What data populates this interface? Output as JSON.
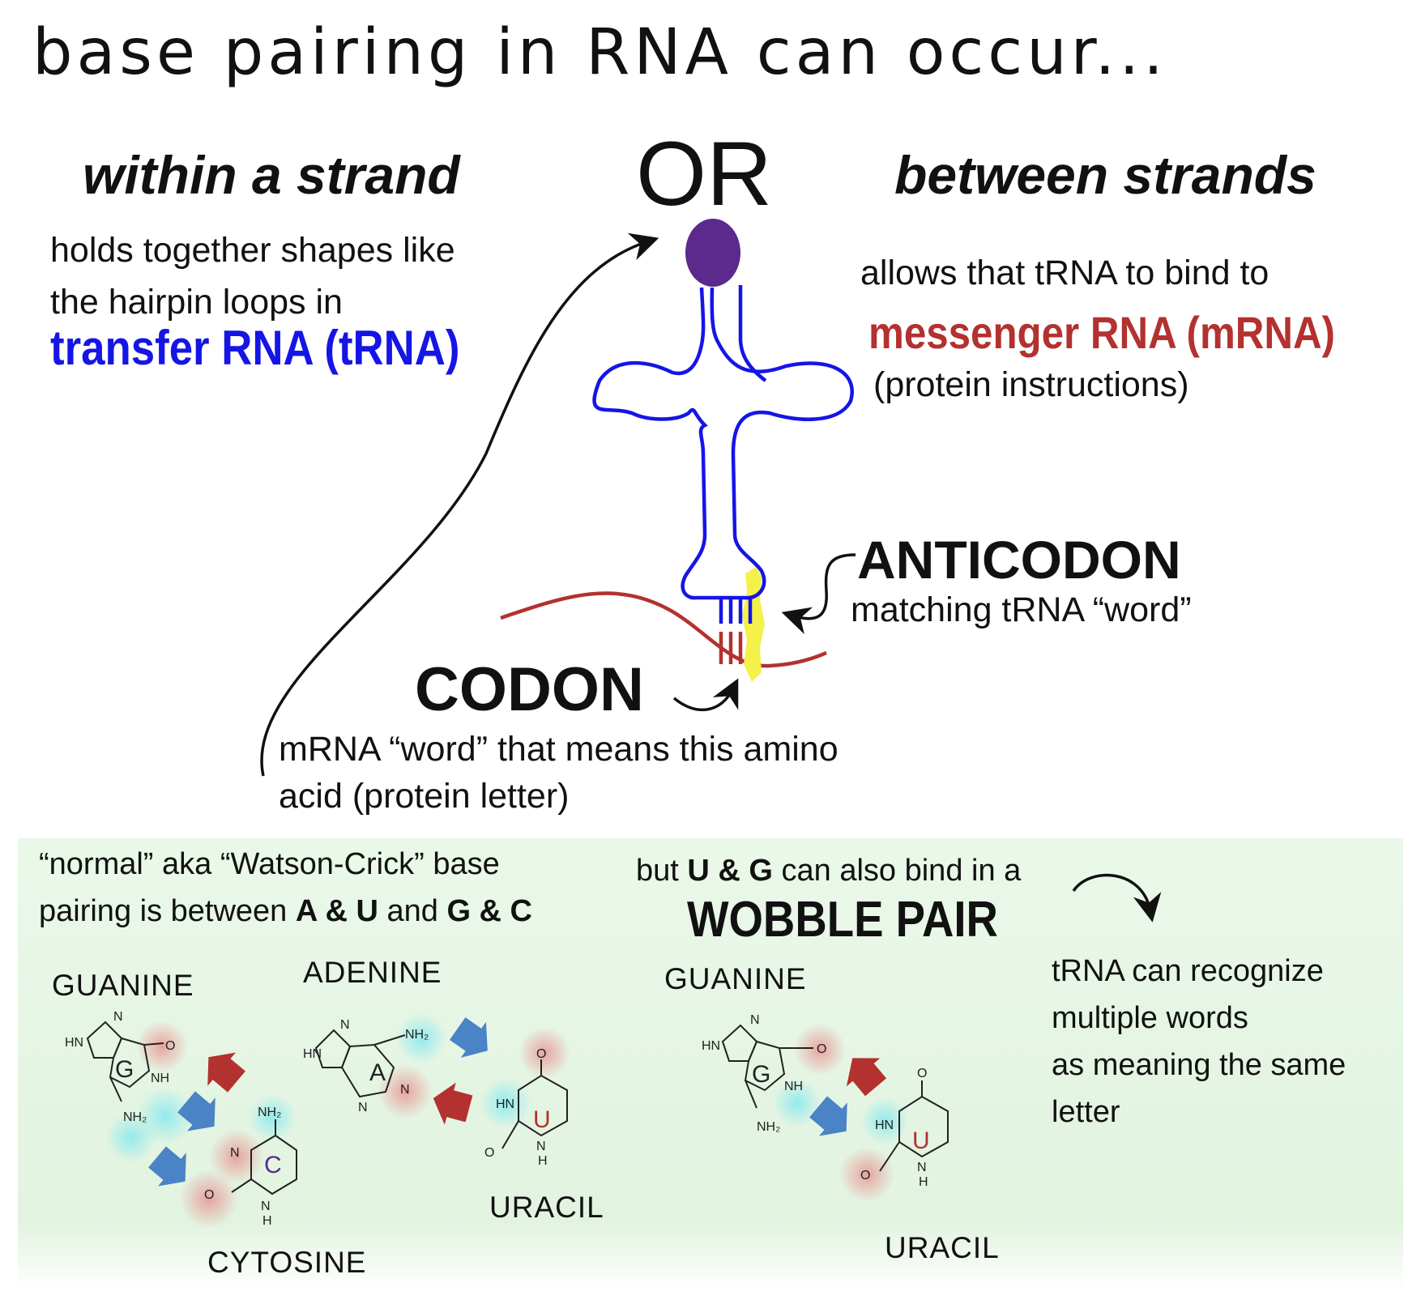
{
  "title": "base pairing in RNA can occur...",
  "left": {
    "heading": "within a strand",
    "line1": "holds together shapes like",
    "line2": "the hairpin loops in",
    "name": "transfer RNA (tRNA)"
  },
  "or_label": "OR",
  "right": {
    "heading": "between strands",
    "line1": "allows that tRNA to bind to",
    "name": "messenger RNA (mRNA)",
    "note": "(protein instructions)"
  },
  "anticodon": {
    "label": "ANTICODON",
    "desc": "matching tRNA “word”"
  },
  "codon": {
    "label": "CODON",
    "desc1": "mRNA “word” that means this amino",
    "desc2": "acid (protein letter)"
  },
  "watson_crick": {
    "line1": "“normal” aka “Watson-Crick” base",
    "line2_pre": "pairing is between ",
    "pair1": "A & U",
    "and": " and ",
    "pair2": "G & C"
  },
  "wobble": {
    "pre": "but ",
    "pair": "U & G",
    "post": " can also bind in a",
    "name": "WOBBLE PAIR",
    "note1": "tRNA can recognize",
    "note2": "multiple words",
    "note3": "as meaning the same",
    "note4": "letter"
  },
  "molecules": {
    "guanine_1": "GUANINE",
    "cytosine": "CYTOSINE",
    "adenine": "ADENINE",
    "uracil_1": "URACIL",
    "guanine_2": "GUANINE",
    "uracil_2": "URACIL"
  },
  "ring_letters": {
    "g": "G",
    "c": "C",
    "a": "A",
    "u": "U"
  },
  "atoms": {
    "n": "N",
    "o": "O",
    "h": "H",
    "hn": "HN",
    "nh": "NH",
    "nh2": "NH₂"
  },
  "colors": {
    "trna": "#1515e6",
    "mrna": "#b3312f",
    "amino_acid": "#5b2a8c",
    "highlight": "#f4f24a",
    "donor_arrow": "#4a83c6",
    "acceptor_arrow": "#b3312f"
  }
}
